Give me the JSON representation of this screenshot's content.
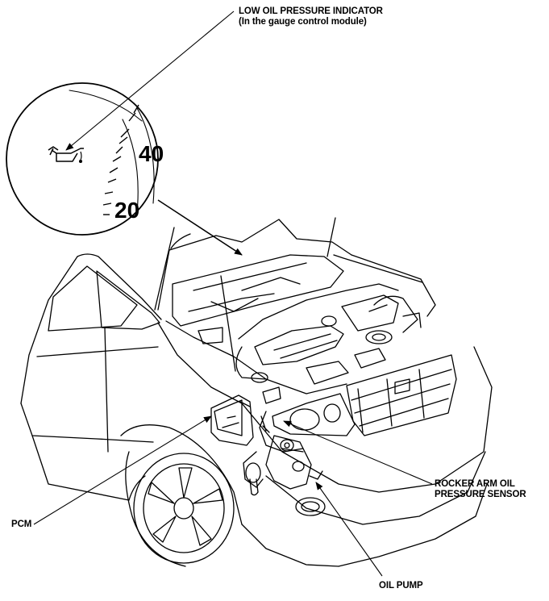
{
  "callouts": {
    "low_oil_pressure_indicator": {
      "line1": "LOW OIL PRESSURE INDICATOR",
      "line2": "(In the gauge control module)"
    },
    "rocker_arm_oil_pressure_sensor": {
      "line1": "ROCKER ARM OIL",
      "line2": "PRESSURE SENSOR"
    },
    "pcm": {
      "label": "PCM"
    },
    "oil_pump": {
      "label": "OIL PUMP"
    }
  },
  "gauge": {
    "tick_label_upper": "40",
    "tick_label_lower": "20",
    "indicator_icon": "oil-can-icon"
  },
  "colors": {
    "ink": "#000000",
    "paper": "#ffffff"
  }
}
